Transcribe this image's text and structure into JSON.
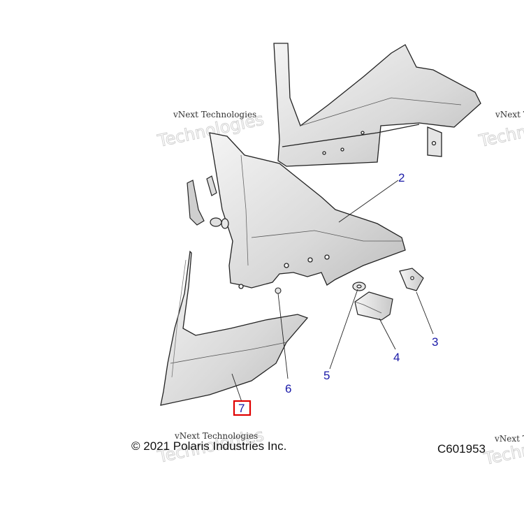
{
  "diagram": {
    "callouts": {
      "c2": "2",
      "c3": "3",
      "c4": "4",
      "c5": "5",
      "c6": "6",
      "c7": "7"
    },
    "highlight_color": "#e00000",
    "callout_color": "#1a1aa8",
    "copyright": "© 2021 Polaris Industries Inc.",
    "diagram_code": "C601953",
    "watermark_line1": "vNext Technologies",
    "watermark_line2": "Technologies"
  }
}
